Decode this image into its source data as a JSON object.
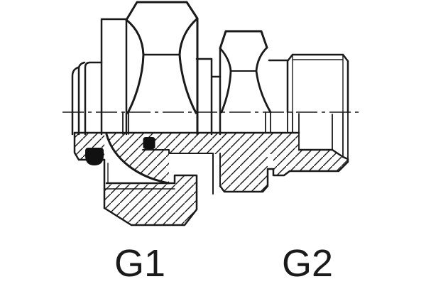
{
  "drawing": {
    "type": "technical-section-drawing",
    "subject": "hydraulic-adapter-fitting",
    "labels": {
      "g1": "G1",
      "g2": "G2"
    },
    "colors": {
      "line": "#1a1a1a",
      "background": "#ffffff",
      "seal": "#111111"
    }
  }
}
